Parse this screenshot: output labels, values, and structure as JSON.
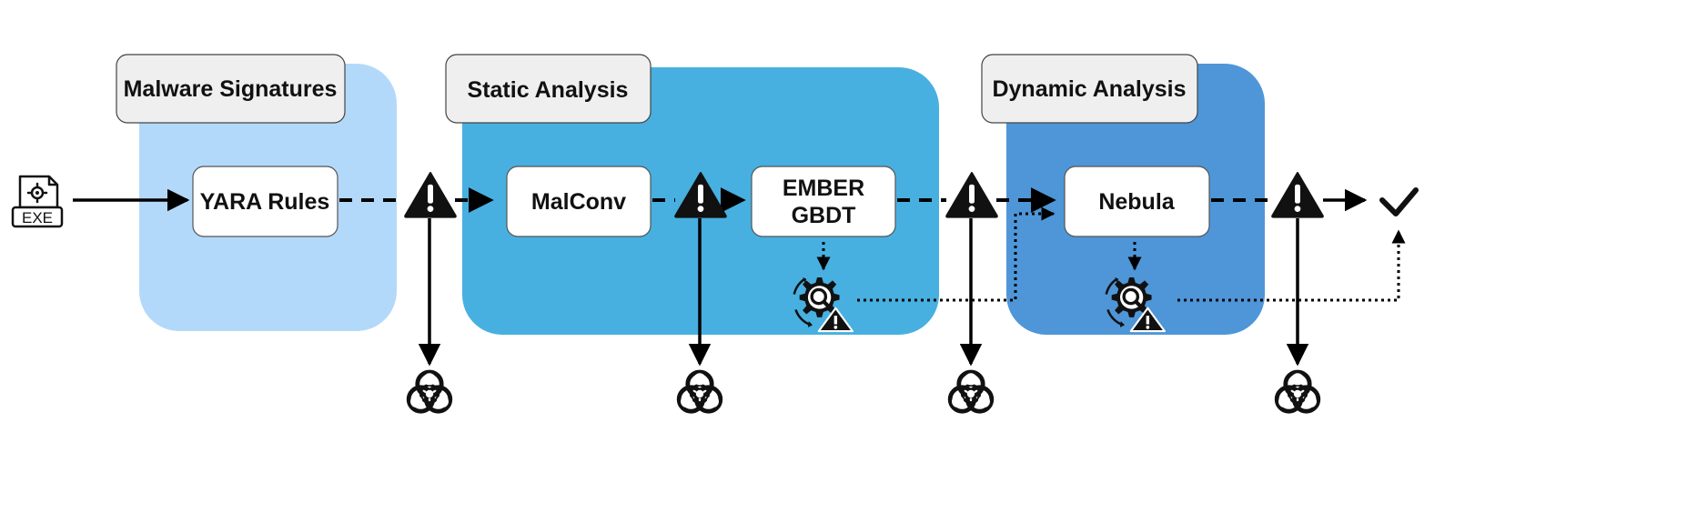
{
  "colors": {
    "stage_signatures_bg": "#b3d9fa",
    "stage_static_bg": "#47b0e0",
    "stage_dynamic_bg": "#4e96d8",
    "stage_header_bg": "#efefef",
    "node_bg": "#ffffff",
    "stroke": "#000000",
    "icon": "#111111"
  },
  "input": {
    "label": "EXE",
    "icon": "exe-file-icon"
  },
  "stages": [
    {
      "title": "Malware Signatures"
    },
    {
      "title": "Static Analysis"
    },
    {
      "title": "Dynamic Analysis"
    }
  ],
  "nodes": {
    "yara": {
      "label": "YARA Rules"
    },
    "malconv": {
      "label": "MalConv"
    },
    "ember": {
      "line1": "EMBER",
      "line2": "GBDT"
    },
    "nebula": {
      "label": "Nebula"
    }
  },
  "icons": {
    "warning": "warning-icon",
    "biohazard": "biohazard-icon",
    "explain": "gear-magnifier-warning-icon",
    "check": "checkmark-icon"
  }
}
